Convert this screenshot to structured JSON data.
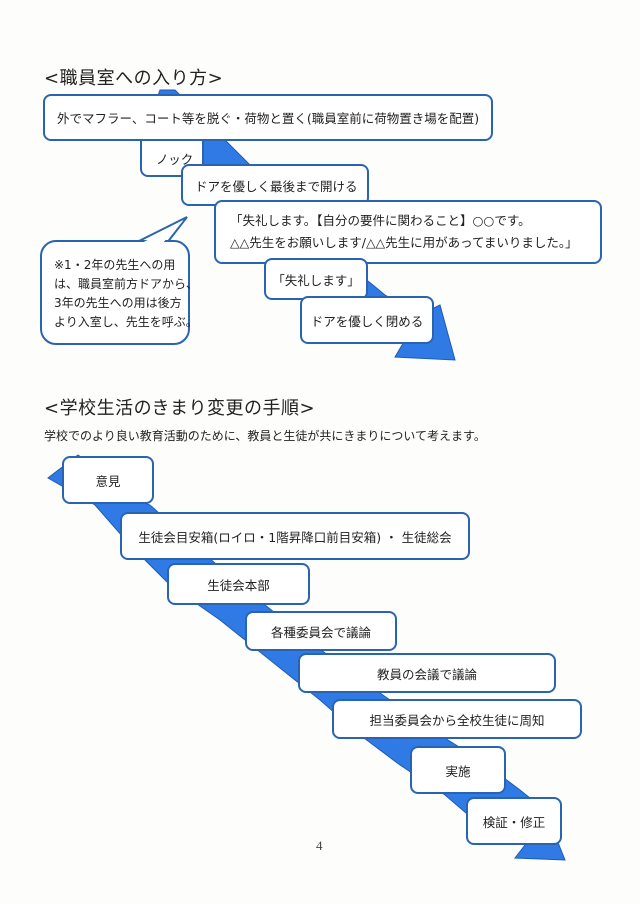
{
  "section1": {
    "heading": "<職員室への入り方>",
    "steps": [
      "外でマフラー、コート等を脱ぐ・荷物と置く(職員室前に荷物置き場を配置)",
      "ノック",
      "ドアを優しく最後まで開ける",
      "「失礼します。【自分の要件に関わること】○○です。",
      "△△先生をお願いします/△△先生に用があってまいりました。」",
      "「失礼します」",
      "ドアを優しく閉める"
    ],
    "note_lines": [
      "※1・2年の先生への用",
      "は、職員室前方ドアから、",
      "3年の先生への用は後方",
      "より入室し、先生を呼ぶ。"
    ]
  },
  "section2": {
    "heading": "<学校生活のきまり変更の手順>",
    "intro": "学校でのより良い教育活動のために、教員と生徒が共にきまりについて考えます。",
    "steps": [
      "意見",
      "生徒会目安箱(ロイロ・1階昇降口前目安箱) ・ 生徒総会",
      "生徒会本部",
      "各種委員会で議論",
      "教員の会議で議論",
      "担当委員会から全校生徒に周知",
      "実施",
      "検証・修正"
    ]
  },
  "page_number": "4",
  "colors": {
    "accent": "#2f7ae5",
    "border": "#2a64b0"
  }
}
